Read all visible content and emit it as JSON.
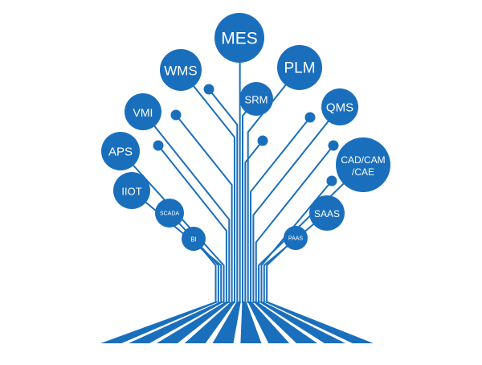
{
  "colors": {
    "primary": "#1a6fbd",
    "background": "#ffffff"
  },
  "nodes": {
    "mes": "MES",
    "wms": "WMS",
    "plm": "PLM",
    "srm": "SRM",
    "qms": "QMS",
    "vmi": "VMI",
    "aps": "APS",
    "cad_line1": "CAD/CAM",
    "cad_line2": "/CAE",
    "iiot": "IIOT",
    "scada": "SCADA",
    "saas": "SAAS",
    "bi": "BI",
    "paas": "PAAS"
  }
}
